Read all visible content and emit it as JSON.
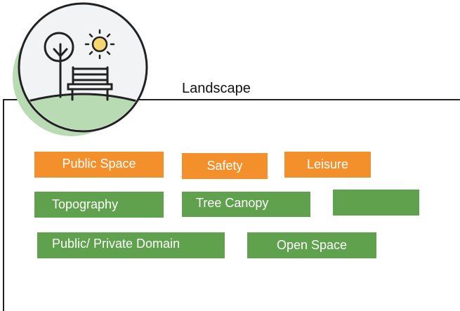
{
  "section": {
    "title": "Landscape"
  },
  "emblem": {
    "icon": "park-bench-tree-sun-icon"
  },
  "colors": {
    "orange": "#f4902c",
    "green": "#5fa14d",
    "hill": "#b9dbb4",
    "circle_bg": "#f2f3f5",
    "line": "#222222"
  },
  "tags": {
    "public_space": "Public Space",
    "safety": "Safety",
    "leisure": "Leisure",
    "topography": "Topography",
    "tree_canopy": "Tree Canopy",
    "blank": "",
    "public_private_domain": "Public/ Private Domain",
    "open_space": "Open Space"
  }
}
